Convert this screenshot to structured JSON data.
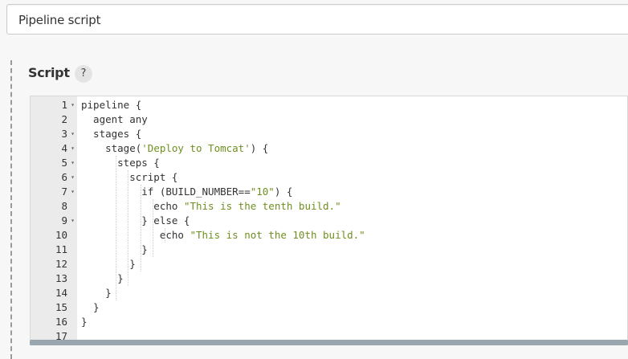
{
  "definition": {
    "selected": "Pipeline script"
  },
  "script_section": {
    "label": "Script",
    "help": "?"
  },
  "editor": {
    "lines": [
      {
        "num": "1",
        "fold": true,
        "parts": [
          {
            "t": "pipeline {"
          }
        ]
      },
      {
        "num": "2",
        "fold": false,
        "parts": [
          {
            "t": "  agent any"
          }
        ]
      },
      {
        "num": "3",
        "fold": true,
        "parts": [
          {
            "t": "  stages {"
          }
        ]
      },
      {
        "num": "4",
        "fold": true,
        "parts": [
          {
            "t": "    stage("
          },
          {
            "t": "'Deploy to Tomcat'",
            "s": 1
          },
          {
            "t": ") {"
          }
        ]
      },
      {
        "num": "5",
        "fold": true,
        "parts": [
          {
            "t": "      steps {"
          }
        ]
      },
      {
        "num": "6",
        "fold": true,
        "parts": [
          {
            "t": "        script {"
          }
        ]
      },
      {
        "num": "7",
        "fold": true,
        "parts": [
          {
            "t": "          if (BUILD_NUMBER=="
          },
          {
            "t": "\"10\"",
            "s": 1
          },
          {
            "t": ") {"
          }
        ]
      },
      {
        "num": "8",
        "fold": false,
        "parts": [
          {
            "t": "            echo "
          },
          {
            "t": "\"This is the tenth build.\"",
            "s": 1
          }
        ]
      },
      {
        "num": "9",
        "fold": true,
        "parts": [
          {
            "t": "          } else {"
          }
        ]
      },
      {
        "num": "10",
        "fold": false,
        "parts": [
          {
            "t": "             echo "
          },
          {
            "t": "\"This is not the 10th build.\"",
            "s": 1
          }
        ]
      },
      {
        "num": "11",
        "fold": false,
        "parts": [
          {
            "t": "          }"
          }
        ]
      },
      {
        "num": "12",
        "fold": false,
        "parts": [
          {
            "t": "        }"
          }
        ]
      },
      {
        "num": "13",
        "fold": false,
        "parts": [
          {
            "t": "      }"
          }
        ]
      },
      {
        "num": "14",
        "fold": false,
        "parts": [
          {
            "t": "    }"
          }
        ]
      },
      {
        "num": "15",
        "fold": false,
        "parts": [
          {
            "t": "  }"
          }
        ]
      },
      {
        "num": "16",
        "fold": false,
        "parts": [
          {
            "t": "}"
          }
        ]
      },
      {
        "num": "17",
        "fold": false,
        "parts": [
          {
            "t": ""
          }
        ]
      }
    ],
    "fold_glyph": "▾",
    "colors": {
      "string": "#6e8f1f",
      "text": "#333333",
      "gutter": "#ebebeb"
    }
  }
}
